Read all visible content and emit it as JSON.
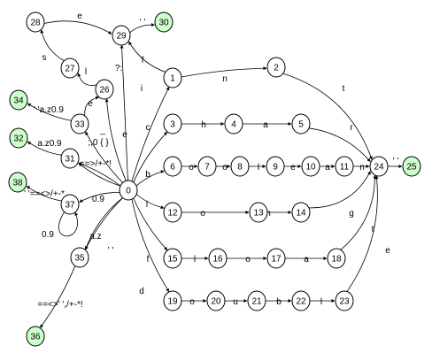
{
  "colors": {
    "normal_state": "#ffffff",
    "accept_state": "#ccffcc",
    "stroke": "#000000"
  },
  "states": [
    {
      "id": "0",
      "accept": false
    },
    {
      "id": "1",
      "accept": false
    },
    {
      "id": "2",
      "accept": false
    },
    {
      "id": "3",
      "accept": false
    },
    {
      "id": "4",
      "accept": false
    },
    {
      "id": "5",
      "accept": false
    },
    {
      "id": "6",
      "accept": false
    },
    {
      "id": "7",
      "accept": false
    },
    {
      "id": "8",
      "accept": false
    },
    {
      "id": "9",
      "accept": false
    },
    {
      "id": "10",
      "accept": false
    },
    {
      "id": "11",
      "accept": false
    },
    {
      "id": "12",
      "accept": false
    },
    {
      "id": "13",
      "accept": false
    },
    {
      "id": "14",
      "accept": false
    },
    {
      "id": "15",
      "accept": false
    },
    {
      "id": "16",
      "accept": false
    },
    {
      "id": "17",
      "accept": false
    },
    {
      "id": "18",
      "accept": false
    },
    {
      "id": "19",
      "accept": false
    },
    {
      "id": "20",
      "accept": false
    },
    {
      "id": "21",
      "accept": false
    },
    {
      "id": "22",
      "accept": false
    },
    {
      "id": "23",
      "accept": false
    },
    {
      "id": "24",
      "accept": false
    },
    {
      "id": "25",
      "accept": true
    },
    {
      "id": "26",
      "accept": false
    },
    {
      "id": "27",
      "accept": false
    },
    {
      "id": "28",
      "accept": false
    },
    {
      "id": "29",
      "accept": false
    },
    {
      "id": "30",
      "accept": true
    },
    {
      "id": "31",
      "accept": false
    },
    {
      "id": "32",
      "accept": true
    },
    {
      "id": "33",
      "accept": false
    },
    {
      "id": "34",
      "accept": true
    },
    {
      "id": "35",
      "accept": false
    },
    {
      "id": "36",
      "accept": true
    },
    {
      "id": "37",
      "accept": false
    },
    {
      "id": "38",
      "accept": true
    }
  ],
  "transitions": [
    {
      "from": "0",
      "to": "1",
      "label": "i"
    },
    {
      "from": "1",
      "to": "2",
      "label": "n"
    },
    {
      "from": "2",
      "to": "24",
      "label": "t"
    },
    {
      "from": "0",
      "to": "3",
      "label": "c"
    },
    {
      "from": "3",
      "to": "4",
      "label": "h"
    },
    {
      "from": "4",
      "to": "5",
      "label": "a"
    },
    {
      "from": "5",
      "to": "24",
      "label": "r"
    },
    {
      "from": "0",
      "to": "6",
      "label": "b"
    },
    {
      "from": "6",
      "to": "7",
      "label": "o"
    },
    {
      "from": "7",
      "to": "8",
      "label": "o"
    },
    {
      "from": "8",
      "to": "9",
      "label": "l"
    },
    {
      "from": "9",
      "to": "10",
      "label": "e"
    },
    {
      "from": "10",
      "to": "11",
      "label": "a"
    },
    {
      "from": "11",
      "to": "24",
      "label": "n"
    },
    {
      "from": "0",
      "to": "12",
      "label": "l"
    },
    {
      "from": "12",
      "to": "13",
      "label": "o"
    },
    {
      "from": "13",
      "to": "14",
      "label": "n"
    },
    {
      "from": "14",
      "to": "24",
      "label": "g"
    },
    {
      "from": "0",
      "to": "15",
      "label": "f"
    },
    {
      "from": "15",
      "to": "16",
      "label": "l"
    },
    {
      "from": "16",
      "to": "17",
      "label": "o"
    },
    {
      "from": "17",
      "to": "18",
      "label": "a"
    },
    {
      "from": "18",
      "to": "24",
      "label": "t"
    },
    {
      "from": "0",
      "to": "19",
      "label": "d"
    },
    {
      "from": "19",
      "to": "20",
      "label": "o"
    },
    {
      "from": "20",
      "to": "21",
      "label": "u"
    },
    {
      "from": "21",
      "to": "22",
      "label": "b"
    },
    {
      "from": "22",
      "to": "23",
      "label": "l"
    },
    {
      "from": "23",
      "to": "24",
      "label": "e"
    },
    {
      "from": "24",
      "to": "25",
      "label": "' '"
    },
    {
      "from": "0",
      "to": "26",
      "label": "e"
    },
    {
      "from": "26",
      "to": "27",
      "label": "l"
    },
    {
      "from": "27",
      "to": "28",
      "label": "s"
    },
    {
      "from": "28",
      "to": "29",
      "label": "e"
    },
    {
      "from": "0",
      "to": "29",
      "label": "?:"
    },
    {
      "from": "1",
      "to": "29",
      "label": "f"
    },
    {
      "from": "29",
      "to": "30",
      "label": "' '"
    },
    {
      "from": "0",
      "to": "33",
      "label": "_"
    },
    {
      "from": "33",
      "to": "26",
      "label": "e"
    },
    {
      "from": "33",
      "to": "34",
      "label": "' 'a.z0.9"
    },
    {
      "from": "0",
      "to": "31",
      "label": ";,0 { }"
    },
    {
      "from": "31",
      "to": "32",
      "label": "a.z0.9"
    },
    {
      "from": "0",
      "to": "31",
      "label": "==>/+-*!"
    },
    {
      "from": "0",
      "to": "37",
      "label": "0.9"
    },
    {
      "from": "37",
      "to": "38",
      "label": "' '==<>/+-*"
    },
    {
      "from": "37",
      "to": "37",
      "label": "0.9"
    },
    {
      "from": "0",
      "to": "35",
      "label": "a.z"
    },
    {
      "from": "0",
      "to": "35",
      "label": "' '"
    },
    {
      "from": "35",
      "to": "36",
      "label": "==<>' ',/+-*!"
    }
  ]
}
